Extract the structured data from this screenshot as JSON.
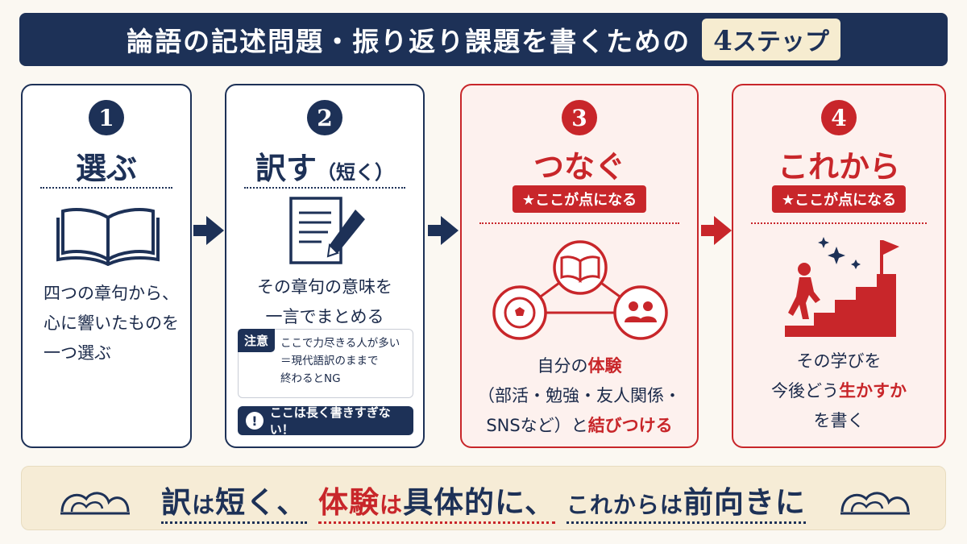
{
  "title": {
    "text": "論語の記述問題・振り返り課題を書くための",
    "badge_num": "4",
    "badge_text": "ステップ"
  },
  "steps": [
    {
      "number": "1",
      "title": "選ぶ",
      "desc_lines": [
        "四つの章句から、",
        "心に響いたものを",
        "一つ選ぶ"
      ],
      "icon": "open-book-icon"
    },
    {
      "number": "2",
      "title": "訳す",
      "title_sub": "（短く）",
      "desc_lines": [
        "その章句の意味を",
        "一言でまとめる"
      ],
      "note_label": "注意",
      "note_lines": [
        "ここで力尽きる人が多い",
        "＝現代語訳のままで",
        "終わるとNG"
      ],
      "warning": "ここは長く書きすぎない！",
      "icon": "document-pen-icon"
    },
    {
      "number": "3",
      "title": "つなぐ",
      "badge": "★ここが点になる",
      "desc_line1_a": "自分の",
      "desc_line1_hl": "体験",
      "desc_line2": "（部活・勉強・友人関係・",
      "desc_line3_a": "SNSなど）と",
      "desc_line3_hl": "結びつける",
      "icon": "connection-icon"
    },
    {
      "number": "4",
      "title": "これから",
      "badge": "★ここが点になる",
      "desc_line1": "その学びを",
      "desc_line2_a": "今後どう",
      "desc_line2_hl": "生かすか",
      "desc_line3": "を書く",
      "icon": "stairs-flag-icon"
    }
  ],
  "bottom": {
    "p1": "訳",
    "p1s": "は",
    "p2": "短く、",
    "p3": "体験",
    "p3s": "は",
    "p4": "具体的に、",
    "p5": "これからは",
    "p6": "前向きに"
  },
  "colors": {
    "navy": "#1d3157",
    "red": "#c8262a",
    "cream": "#f6ecd6"
  }
}
